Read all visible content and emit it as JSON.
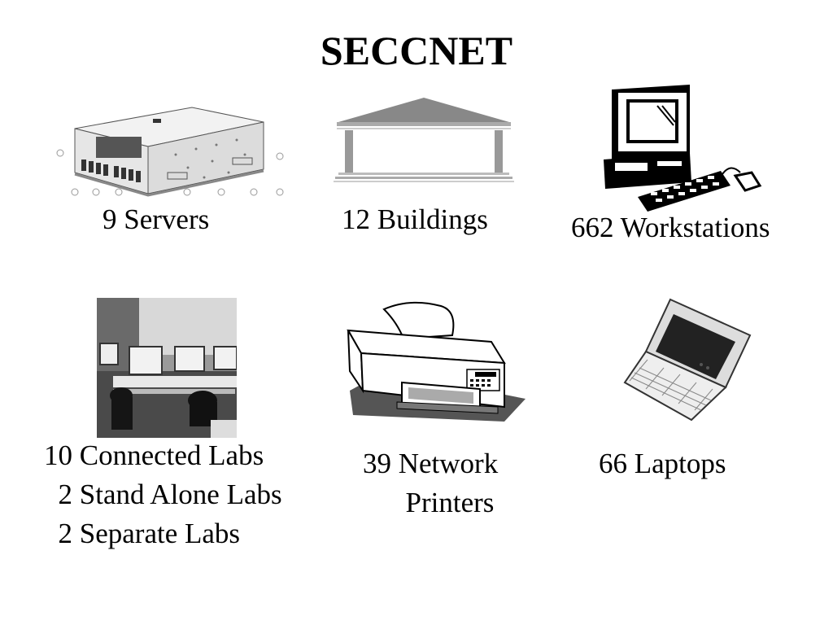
{
  "title": "SECCNET",
  "items": [
    {
      "icon": "server-icon",
      "label": "9 Servers"
    },
    {
      "icon": "building-icon",
      "label": "12 Buildings"
    },
    {
      "icon": "workstation-icon",
      "label": "662 Workstations"
    },
    {
      "icon": "computer-lab-photo",
      "lines": [
        "10 Connected Labs",
        "  2 Stand Alone Labs",
        "  2 Separate Labs"
      ]
    },
    {
      "icon": "printer-icon",
      "lines": [
        "39 Network",
        "      Printers"
      ]
    },
    {
      "icon": "laptop-icon",
      "label": "66 Laptops"
    }
  ]
}
